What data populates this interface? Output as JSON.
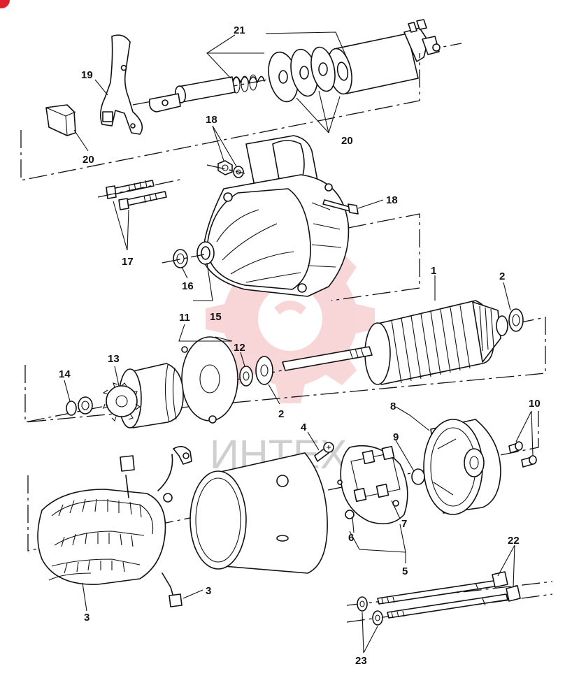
{
  "diagram": {
    "watermark": "ИНТЕХ",
    "colors": {
      "line": "#111111",
      "watermark_gear": "#f3b6b9",
      "watermark_text": "#cfcfcf",
      "badge": "#e0202e"
    },
    "callouts": {
      "c21": "21",
      "c19": "19",
      "c20_top": "20",
      "c20_left": "20",
      "c18_a": "18",
      "c18_b": "18",
      "c17": "17",
      "c16": "16",
      "c15": "15",
      "c11": "11",
      "c1": "1",
      "c2_a": "2",
      "c2_b": "2",
      "c12": "12",
      "c13": "13",
      "c14": "14",
      "c4": "4",
      "c8": "8",
      "c9": "9",
      "c10": "10",
      "c7": "7",
      "c6": "6",
      "c5": "5",
      "c3_a": "3",
      "c3_b": "3",
      "c22": "22",
      "c23": "23"
    }
  }
}
